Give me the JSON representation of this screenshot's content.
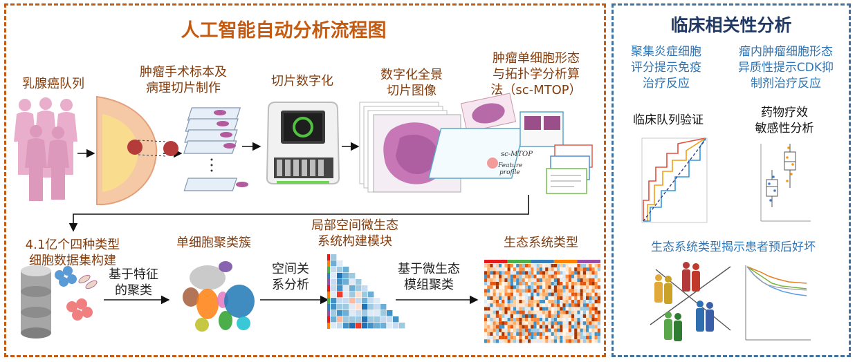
{
  "workflow": {
    "title": "人工智能自动分析流程图",
    "steps": {
      "cohort": "乳腺癌队列",
      "specimen": [
        "肿瘤手术标本及",
        "病理切片制作"
      ],
      "digitize": "切片数字化",
      "wsi": [
        "数字化全景",
        "切片图像"
      ],
      "scmtop": [
        "肿瘤单细胞形态",
        "与拓扑学分析算",
        "法（sc-MTOP）"
      ],
      "dataset": [
        "4.1亿个四种类型",
        "细胞数据集构建"
      ],
      "feature_cluster": [
        "基于特征",
        "的聚类"
      ],
      "single_cell": "单细胞聚类簇",
      "spatial": [
        "空间关",
        "系分析"
      ],
      "micro_module": [
        "局部空间微生态",
        "系统构建模块"
      ],
      "module_cluster": [
        "基于微生态",
        "模组聚类"
      ],
      "ecosystem": "生态系统类型"
    },
    "card_labels": [
      "sc-MTOP",
      "Feature",
      "profile"
    ]
  },
  "clinical": {
    "title": "临床相关性分析",
    "immune": [
      "聚集炎症细胞",
      "评分提示免疫",
      "治疗反应"
    ],
    "cdk": [
      "瘤内肿瘤细胞形态",
      "异质性提示CDK抑",
      "制剂治疗反应"
    ],
    "validation": "临床队列验证",
    "drug": [
      "药物疗效",
      "敏感性分析"
    ],
    "prognosis": "生态系统类型揭示患者预后好坏"
  },
  "colors": {
    "workflow_border": "#c55a11",
    "clinical_border": "#41719c",
    "workflow_title": "#c55a11",
    "clinical_title": "#203864",
    "label": "#843c0c",
    "clinical_label": "#2e75b6"
  }
}
